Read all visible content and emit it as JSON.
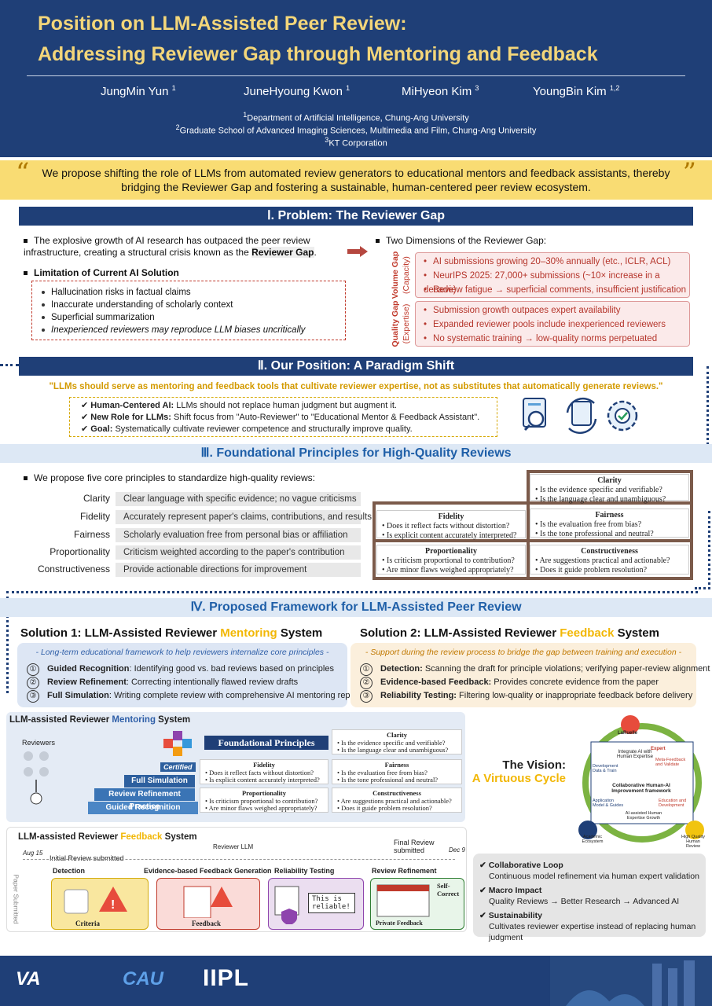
{
  "header": {
    "title_line1": "Position on LLM-Assisted Peer Review:",
    "title_line2": "Addressing Reviewer Gap through Mentoring and Feedback",
    "authors": [
      {
        "name": "JungMin Yun",
        "sup": "1"
      },
      {
        "name": "JuneHyoung Kwon",
        "sup": "1"
      },
      {
        "name": "MiHyeon Kim",
        "sup": "3"
      },
      {
        "name": "YoungBin Kim",
        "sup": "1,2"
      }
    ],
    "affiliations": [
      {
        "sup": "1",
        "text": "Department of Artificial Intelligence, Chung-Ang University"
      },
      {
        "sup": "2",
        "text": "Graduate School of Advanced Imaging Sciences, Multimedia and Film, Chung-Ang University"
      },
      {
        "sup": "3",
        "text": "KT Corporation"
      }
    ]
  },
  "quote": {
    "open": "“",
    "close": "”",
    "text": "We propose shifting the role of LLMs from automated review generators to educational mentors and feedback assistants, thereby bridging the Reviewer Gap and fostering a sustainable, human-centered peer review ecosystem."
  },
  "section1": {
    "title": "Ⅰ. Problem: The Reviewer Gap",
    "bullet1_pre": "The explosive growth of AI research has outpaced the peer review infrastructure, creating a structural crisis known as the ",
    "bullet1_hl": "Reviewer Gap",
    "bullet1_post": ".",
    "limit_title": "Limitation of Current AI Solution",
    "limits": [
      "Hallucination risks in factual claims",
      "Inaccurate understanding of scholarly context",
      "Superficial summarization",
      "Inexperienced reviewers may reproduce LLM biases uncritically"
    ],
    "two_dims": "Two Dimensions of the Reviewer Gap:",
    "volume_label": "Volume Gap",
    "volume_sub": "(Capacity)",
    "volume_items": [
      "AI submissions growing 20–30% annually (etc., ICLR, ACL)",
      "NeurIPS 2025: 27,000+ submissions (~10× increase in a decade)",
      "Review fatigue → superficial comments, insufficient justification"
    ],
    "quality_label": "Quality Gap",
    "quality_sub": "(Expertise)",
    "quality_items": [
      "Submission growth outpaces expert availability",
      "Expanded reviewer pools include inexperienced reviewers",
      "No systematic training → low-quality norms perpetuated"
    ]
  },
  "section2": {
    "title": "Ⅱ. Our Position: A Paradigm Shift",
    "quote": "\"LLMs should serve as mentoring and feedback tools that cultivate reviewer expertise, not as substitutes that automatically generate reviews.\"",
    "checks": [
      {
        "b": "Human-Centered AI:",
        "t": " LLMs should not replace human judgment but augment it."
      },
      {
        "b": "New Role for LLMs:",
        "t": " Shift focus from \"Auto-Reviewer\" to \"Educational Mentor & Feedback Assistant\"."
      },
      {
        "b": "Goal:",
        "t": " Systematically cultivate reviewer competence and structurally improve quality."
      }
    ]
  },
  "section3": {
    "title": "Ⅲ. Foundational Principles for High-Quality Reviews",
    "intro": "We propose five core principles to standardize high-quality reviews:",
    "principles": [
      {
        "name": "Clarity",
        "desc": "Clear language with specific evidence; no vague criticisms"
      },
      {
        "name": "Fidelity",
        "desc": "Accurately represent paper's claims, contributions, and results"
      },
      {
        "name": "Fairness",
        "desc": "Scholarly evaluation free from personal bias or affiliation"
      },
      {
        "name": "Proportionality",
        "desc": "Criticism weighted according to the paper's contribution"
      },
      {
        "name": "Constructiveness",
        "desc": "Provide actionable directions for improvement"
      }
    ],
    "cards": {
      "clarity": {
        "t": "Clarity",
        "q1": "Is the evidence specific and verifiable?",
        "q2": "Is the language clear and unambiguous?"
      },
      "fidelity": {
        "t": "Fidelity",
        "q1": "Does it reflect facts without distortion?",
        "q2": "Is explicit content accurately interpreted?"
      },
      "fairness": {
        "t": "Fairness",
        "q1": "Is the evaluation free from bias?",
        "q2": "Is the tone professional and neutral?"
      },
      "proportionality": {
        "t": "Proportionality",
        "q1": "Is criticism proportional to contribution?",
        "q2": "Are minor flaws weighed appropriately?"
      },
      "constructiveness": {
        "t": "Constructiveness",
        "q1": "Are suggestions practical and actionable?",
        "q2": "Does it guide problem resolution?"
      }
    }
  },
  "section4": {
    "title": "Ⅳ. Proposed Framework for LLM-Assisted Peer Review",
    "sol1": {
      "pre": "Solution 1: LLM-Assisted Reviewer ",
      "hl": "Mentoring",
      "post": " System",
      "sub": "- Long-term educational framework to help reviewers internalize core principles -",
      "items": [
        {
          "n": "①",
          "b": "Guided Recognition",
          "t": ": Identifying good vs. bad reviews based on principles"
        },
        {
          "n": "②",
          "b": "Review Refinement",
          "t": ": Correcting intentionally flawed review drafts"
        },
        {
          "n": "③",
          "b": "Full Simulation",
          "t": ": Writing complete review with comprehensive AI mentoring reports"
        }
      ]
    },
    "sol2": {
      "pre": "Solution 2: LLM-Assisted Reviewer ",
      "hl": "Feedback",
      "post": " System",
      "sub": "- Support during the review process to bridge the gap between training and execution -",
      "items": [
        {
          "n": "①",
          "b": "Detection:",
          "t": " Scanning the draft for principle violations; verifying paper-review alignment"
        },
        {
          "n": "②",
          "b": "Evidence-based Feedback:",
          "t": " Provides concrete evidence from the paper"
        },
        {
          "n": "③",
          "b": "Reliability Testing:",
          "t": " Filtering low-quality or inappropriate feedback before delivery"
        }
      ]
    },
    "mentoring_fig": {
      "title_pre": "LLM-assisted Reviewer ",
      "title_hl": "Mentoring",
      "title_post": " System",
      "reviewers": "Reviewers",
      "certified": "Certified",
      "steps": [
        "Full Simulation",
        "Review Refinement Practice",
        "Guided Recognition"
      ],
      "principles_label": "Foundational Principles"
    },
    "feedback_fig": {
      "title_pre": "LLM-assisted Reviewer ",
      "title_hl": "Feedback",
      "title_post": " System",
      "legend": "Reviewer  LLM",
      "date_start": "Aug 15",
      "date_end": "Dec 9",
      "initial": "Initial Review submitted",
      "final": "Final Review submitted",
      "paper_submitted": "Paper Submitted",
      "stages": [
        "Detection",
        "Evidence-based Feedback Generation",
        "Reliability Testing",
        "Review Refinement"
      ],
      "criteria": "Criteria",
      "feedback": "Feedback",
      "reliable": "This is reliable!",
      "private_feedback": "Private Feedback",
      "self_correct": "Self-Correct"
    },
    "vision": {
      "line1": "The Vision:",
      "line2": "A Virtuous Cycle",
      "lamp": "LaRuelle",
      "expert": "Expert",
      "academic": "Academic Ecosystem",
      "quality": "High Quality Human Review",
      "center": "Collaborative Human-AI Improvement framework",
      "integrate": "Integrate AI with Human Expertise",
      "dev": "Development Data & Train",
      "meta": "Meta-Feedback and Validate",
      "app": "Application Model & Guides",
      "edu": "Education and Development",
      "assisted": "AI-assisted Human Expertise Growth"
    },
    "outcomes": [
      {
        "b": "Collaborative Loop",
        "t": "Continuous model refinement via human expert validation"
      },
      {
        "b": "Macro Impact",
        "t": "Quality Reviews → Better Research → Advanced AI"
      },
      {
        "b": "Sustainability",
        "t": "Cultivates reviewer expertise instead of replacing human judgment"
      }
    ]
  },
  "footer": {
    "logo1": "VA",
    "logo2": "CAU",
    "logo3": "IIPL"
  },
  "colors": {
    "navy": "#1f3f77",
    "gold": "#f9dc73",
    "accent_mentor": "#f2b705",
    "accent_feedback": "#f2b705"
  }
}
